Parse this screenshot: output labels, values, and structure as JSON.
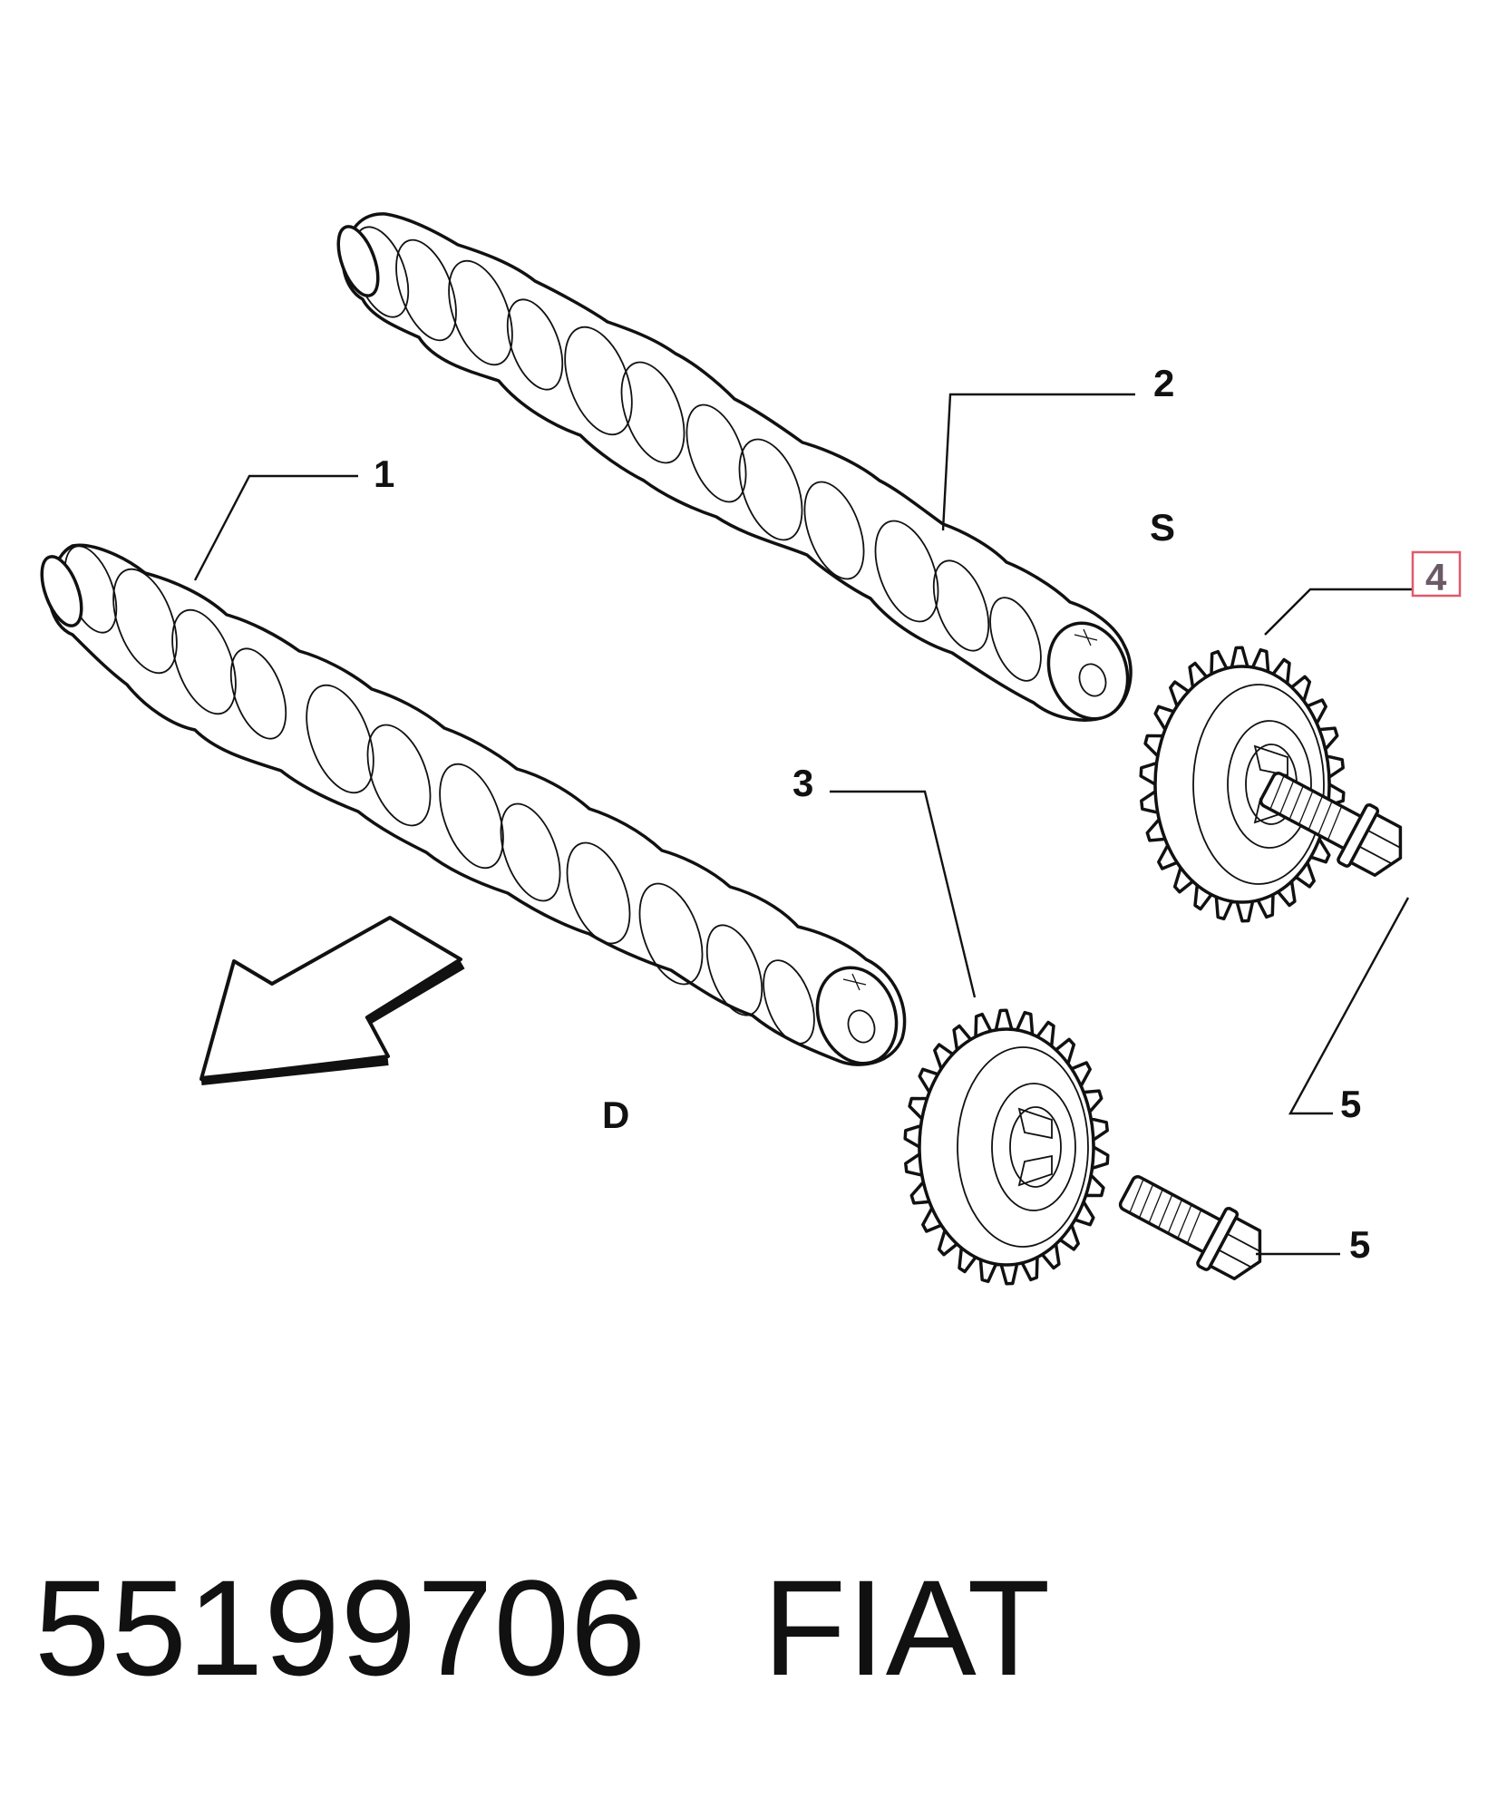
{
  "callouts": {
    "c1": "1",
    "c2": "2",
    "c3": "3",
    "c4": "4",
    "c5a": "5",
    "c5b": "5"
  },
  "side_labels": {
    "s": "S",
    "d": "D"
  },
  "caption": {
    "part_number": "55199706",
    "brand": "FIAT"
  },
  "colors": {
    "line": "#111111",
    "highlight_box": "#e05a6a",
    "highlight_text": "#6b5a66"
  },
  "icons": {
    "direction": "arrow-left-down-icon"
  }
}
